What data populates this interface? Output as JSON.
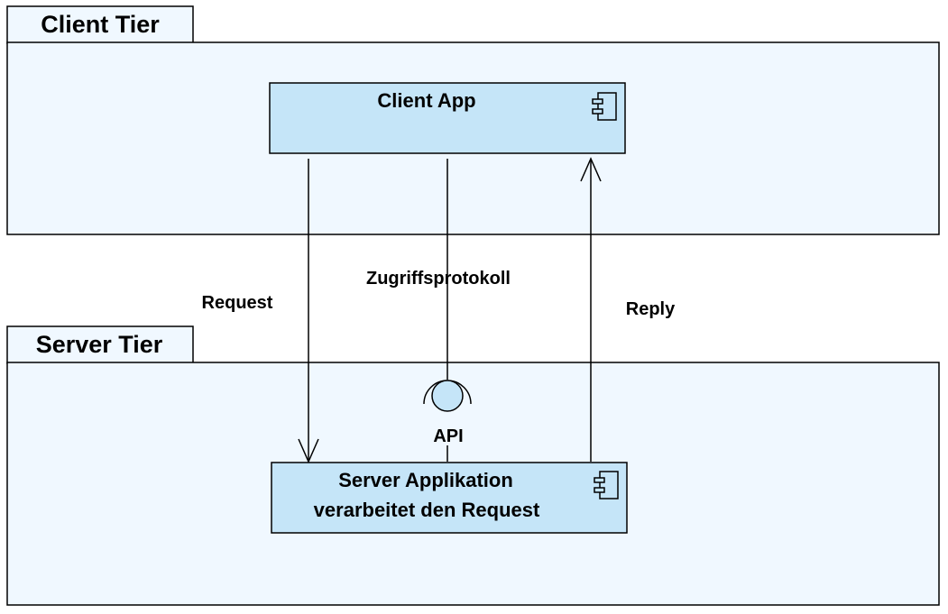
{
  "packages": {
    "client_tier": {
      "title": "Client Tier"
    },
    "server_tier": {
      "title": "Server Tier"
    }
  },
  "components": {
    "client_app": {
      "title": "Client App"
    },
    "server_app": {
      "line1": "Server Applikation",
      "line2": "verarbeitet den Request"
    }
  },
  "interface": {
    "label": "API"
  },
  "connectors": {
    "request": "Request",
    "protocol": "Zugriffsprotokoll",
    "reply": "Reply"
  },
  "colors": {
    "package_fill": "#f0f8ff",
    "component_fill": "#c5e5f8",
    "interface_fill": "#c5e5f8",
    "stroke": "#000000"
  }
}
